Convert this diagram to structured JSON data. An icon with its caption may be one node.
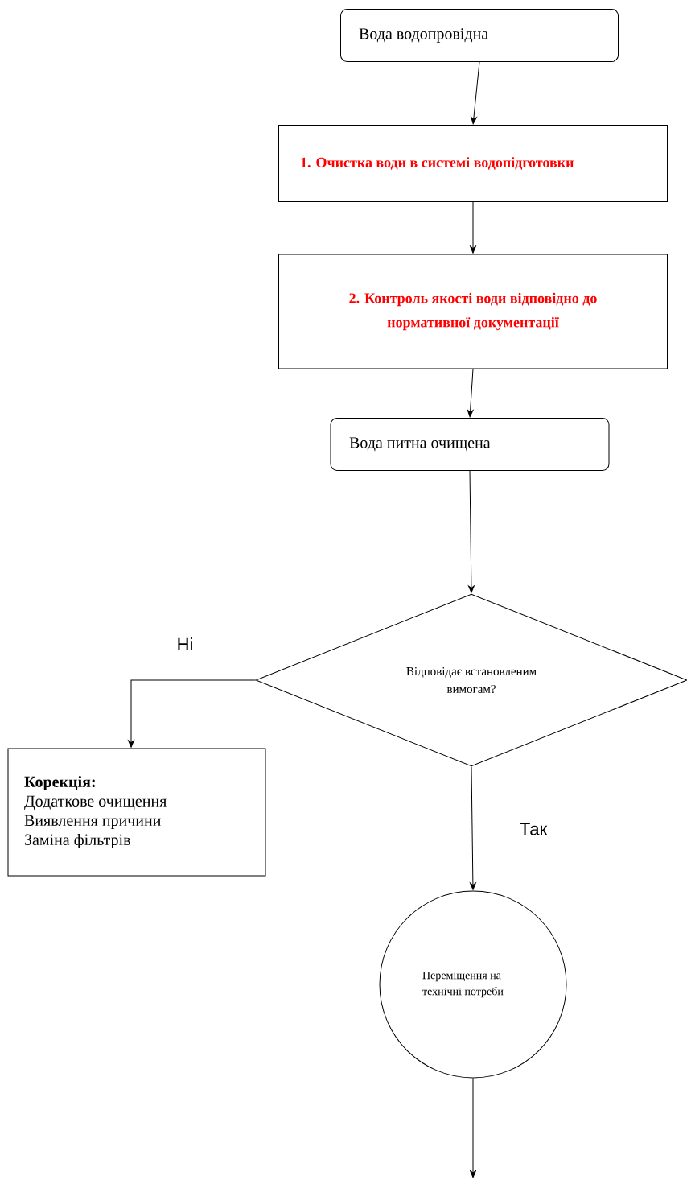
{
  "diagram": {
    "nodes": [
      {
        "text": [
          "Вода водопровідна"
        ]
      },
      {
        "text": [
          "1. Очистка води в системі водопідготовки"
        ]
      },
      {
        "text": [
          "2. Контроль якості води відповідно до нормативної документації"
        ]
      },
      {
        "text": [
          "Вода питна очищена"
        ]
      },
      {
        "text": [
          "Відповідає встановленим вимогам?"
        ]
      },
      {
        "text": [
          "Корекція:",
          "Додаткове очищення",
          "Виявлення причини",
          "Заміна фільтрів"
        ]
      },
      {
        "text": [
          "Переміщення на технічні потреби"
        ]
      }
    ],
    "edges": [
      {
        "from": 0,
        "to": 1,
        "arrow": "to"
      },
      {
        "from": 1,
        "to": 2,
        "arrow": "to"
      },
      {
        "from": 2,
        "to": 3,
        "arrow": "to"
      },
      {
        "from": 3,
        "to": 4,
        "arrow": "to"
      },
      {
        "from": 4,
        "to": 5,
        "arrow": "to",
        "label": "Ні"
      },
      {
        "from": 4,
        "to": 6,
        "arrow": "to",
        "label": "Так"
      },
      {
        "from": 6,
        "to": null,
        "arrow": "to"
      }
    ]
  }
}
